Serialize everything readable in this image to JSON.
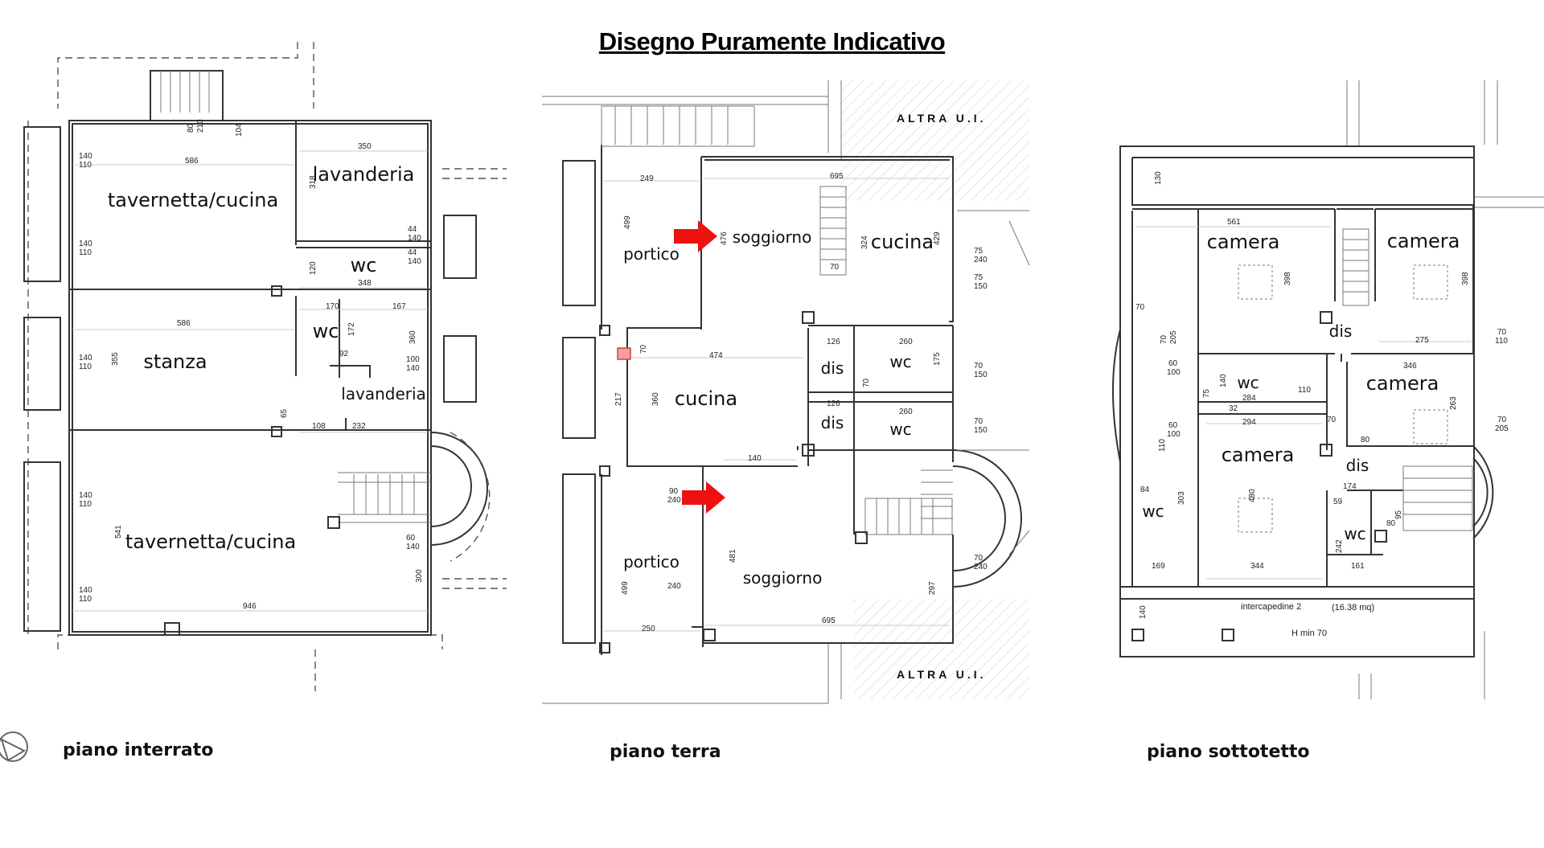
{
  "title": "Disegno Puramente Indicativo",
  "colors": {
    "arrow": "#ee1111",
    "pillar_highlight": "#f0a0a0",
    "wall": "#333333"
  },
  "icons": {
    "compass": "compass-icon"
  },
  "floors": [
    {
      "label": "piano interrato",
      "rooms": [
        "tavernetta/cucina",
        "lavanderia",
        "wc",
        "stanza",
        "wc",
        "lavanderia",
        "tavernetta/cucina"
      ],
      "dims": [
        "140",
        "110",
        "80",
        "210",
        "104",
        "350",
        "586",
        "318",
        "140",
        "110",
        "44",
        "140",
        "44",
        "140",
        "120",
        "348",
        "140",
        "110",
        "586",
        "170",
        "167",
        "172",
        "360",
        "355",
        "100",
        "140",
        "92",
        "65",
        "108",
        "232",
        "140",
        "110",
        "541",
        "60",
        "140",
        "300",
        "140",
        "110",
        "946"
      ]
    },
    {
      "label": "piano terra",
      "other_unit": "ALTRA U.I.",
      "rooms": [
        "portico",
        "soggiorno",
        "cucina",
        "cucina",
        "dis",
        "wc",
        "dis",
        "wc",
        "portico",
        "soggiorno"
      ],
      "dims": [
        "249",
        "695",
        "499",
        "476",
        "324",
        "70",
        "429",
        "75",
        "240",
        "75",
        "150",
        "126",
        "260",
        "474",
        "70",
        "175",
        "70",
        "150",
        "360",
        "217",
        "126",
        "260",
        "70",
        "150",
        "70",
        "140",
        "90",
        "240",
        "481",
        "499",
        "240",
        "70",
        "240",
        "297",
        "250",
        "695"
      ]
    },
    {
      "label": "piano sottotetto",
      "rooms": [
        "camera",
        "camera",
        "dis",
        "wc",
        "camera",
        "camera",
        "dis",
        "wc",
        "wc"
      ],
      "dims": [
        "130",
        "561",
        "398",
        "398",
        "70",
        "70",
        "205",
        "275",
        "70",
        "110",
        "60",
        "100",
        "140",
        "75",
        "284",
        "110",
        "346",
        "263",
        "32",
        "294",
        "70",
        "205",
        "60",
        "100",
        "80",
        "70",
        "110",
        "84",
        "303",
        "480",
        "174",
        "59",
        "242",
        "95",
        "80",
        "169",
        "344",
        "161",
        "140"
      ],
      "intercapedine_label": "intercapedine 2",
      "intercapedine_area": "(16.38 mq)",
      "h_min": "H min 70"
    }
  ]
}
